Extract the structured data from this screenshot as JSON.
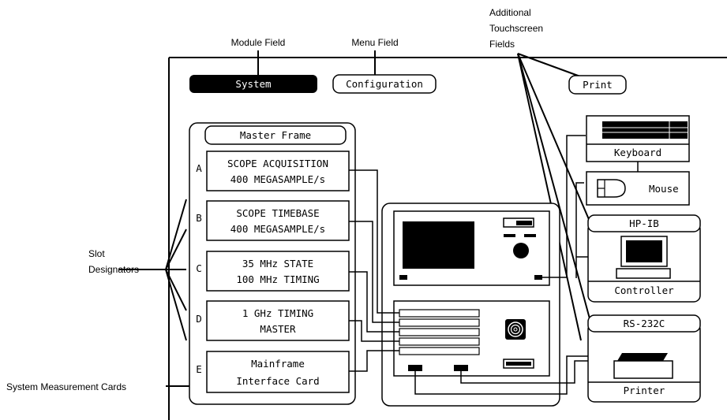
{
  "callouts": {
    "module_field": "Module Field",
    "menu_field": "Menu Field",
    "additional_line1": "Additional",
    "additional_line2": "Touchscreen",
    "additional_line3": "Fields",
    "slot_line1": "Slot",
    "slot_line2": "Designators",
    "system_cards": "System Measurement Cards"
  },
  "buttons": {
    "system": "System",
    "configuration": "Configuration",
    "print": "Print"
  },
  "master_frame": {
    "title": "Master Frame",
    "slots": [
      {
        "letter": "A",
        "line1": "SCOPE ACQUISITION",
        "line2": "400 MEGASAMPLE/s"
      },
      {
        "letter": "B",
        "line1": "SCOPE TIMEBASE",
        "line2": "400 MEGASAMPLE/s"
      },
      {
        "letter": "C",
        "line1": "35 MHz STATE",
        "line2": "100 MHz TIMING"
      },
      {
        "letter": "D",
        "line1": "1 GHz TIMING",
        "line2": "MASTER"
      },
      {
        "letter": "E",
        "line1": "Mainframe",
        "line2": "Interface Card"
      }
    ]
  },
  "peripherals": {
    "keyboard": "Keyboard",
    "mouse": "Mouse",
    "hpib": "HP-IB",
    "controller": "Controller",
    "rs232": "RS-232C",
    "printer": "Printer"
  }
}
